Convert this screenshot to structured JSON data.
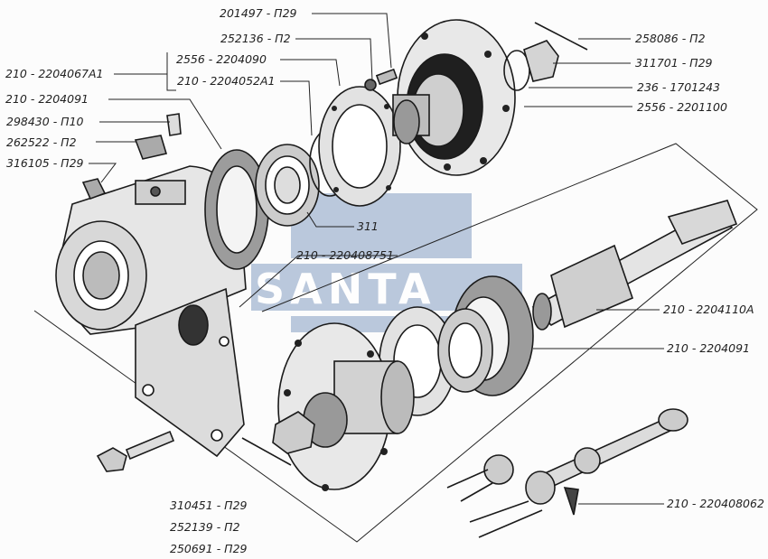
{
  "watermark": {
    "text": "SANTA",
    "color": "#3b5a8c"
  },
  "labels": {
    "l01": "201497 - П29",
    "l02": "252136 - П2",
    "l03": "2556 - 2204090",
    "l04": "210 - 2204052А1",
    "l05": "210 - 2204067А1",
    "l06": "210 - 2204091",
    "l07": "298430 - П10",
    "l08": "262522 - П2",
    "l09": "316105 - П29",
    "l10": "258086 - П2",
    "l11": "311701 - П29",
    "l12": "236 - 1701243",
    "l13": "2556 - 2201100",
    "l14": "311",
    "l15": "210 - 220408751",
    "l16": "210 - 2204110А",
    "l17": "210 - 2204091",
    "l18": "210 - 220408062",
    "l19": "310451 - П29",
    "l20": "252139 - П2",
    "l21": "250691 - П29"
  }
}
